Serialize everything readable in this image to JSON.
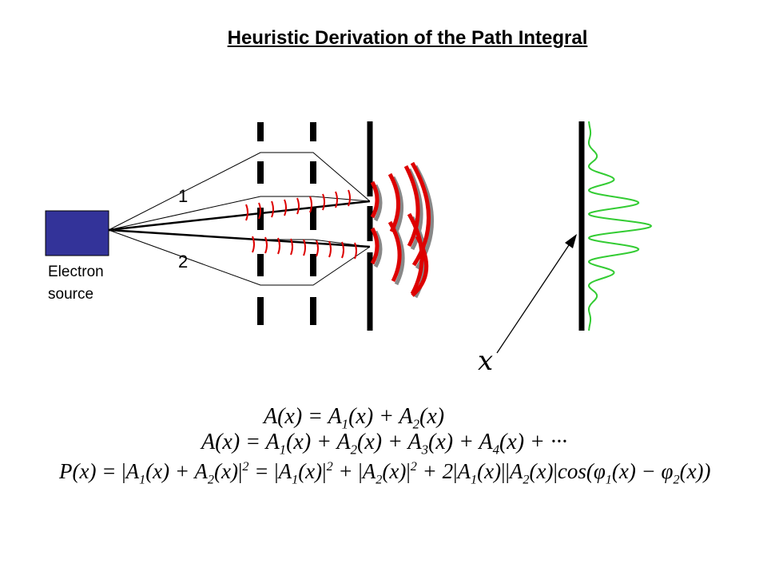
{
  "title": "Heuristic Derivation of the Path Integral",
  "labels": {
    "path_1": "1",
    "path_2": "2",
    "source_line1": "Electron",
    "source_line2": "source",
    "screen_position": "x"
  },
  "equations": {
    "eq1": "A(x) = A1(x) + A2(x)",
    "eq2": "A(x) = A1(x) + A2(x) + A3(x) + A4(x) + ···",
    "eq3": "P(x) = |A1(x) + A2(x)|² = |A1(x)|² + |A2(x)|² + 2|A1(x)||A2(x)|cos(φ1(x) − φ2(x))"
  },
  "colors": {
    "source_fill": "#333399",
    "wavefront": "#dd0000",
    "pattern": "#33cc33",
    "ink": "#000000"
  }
}
